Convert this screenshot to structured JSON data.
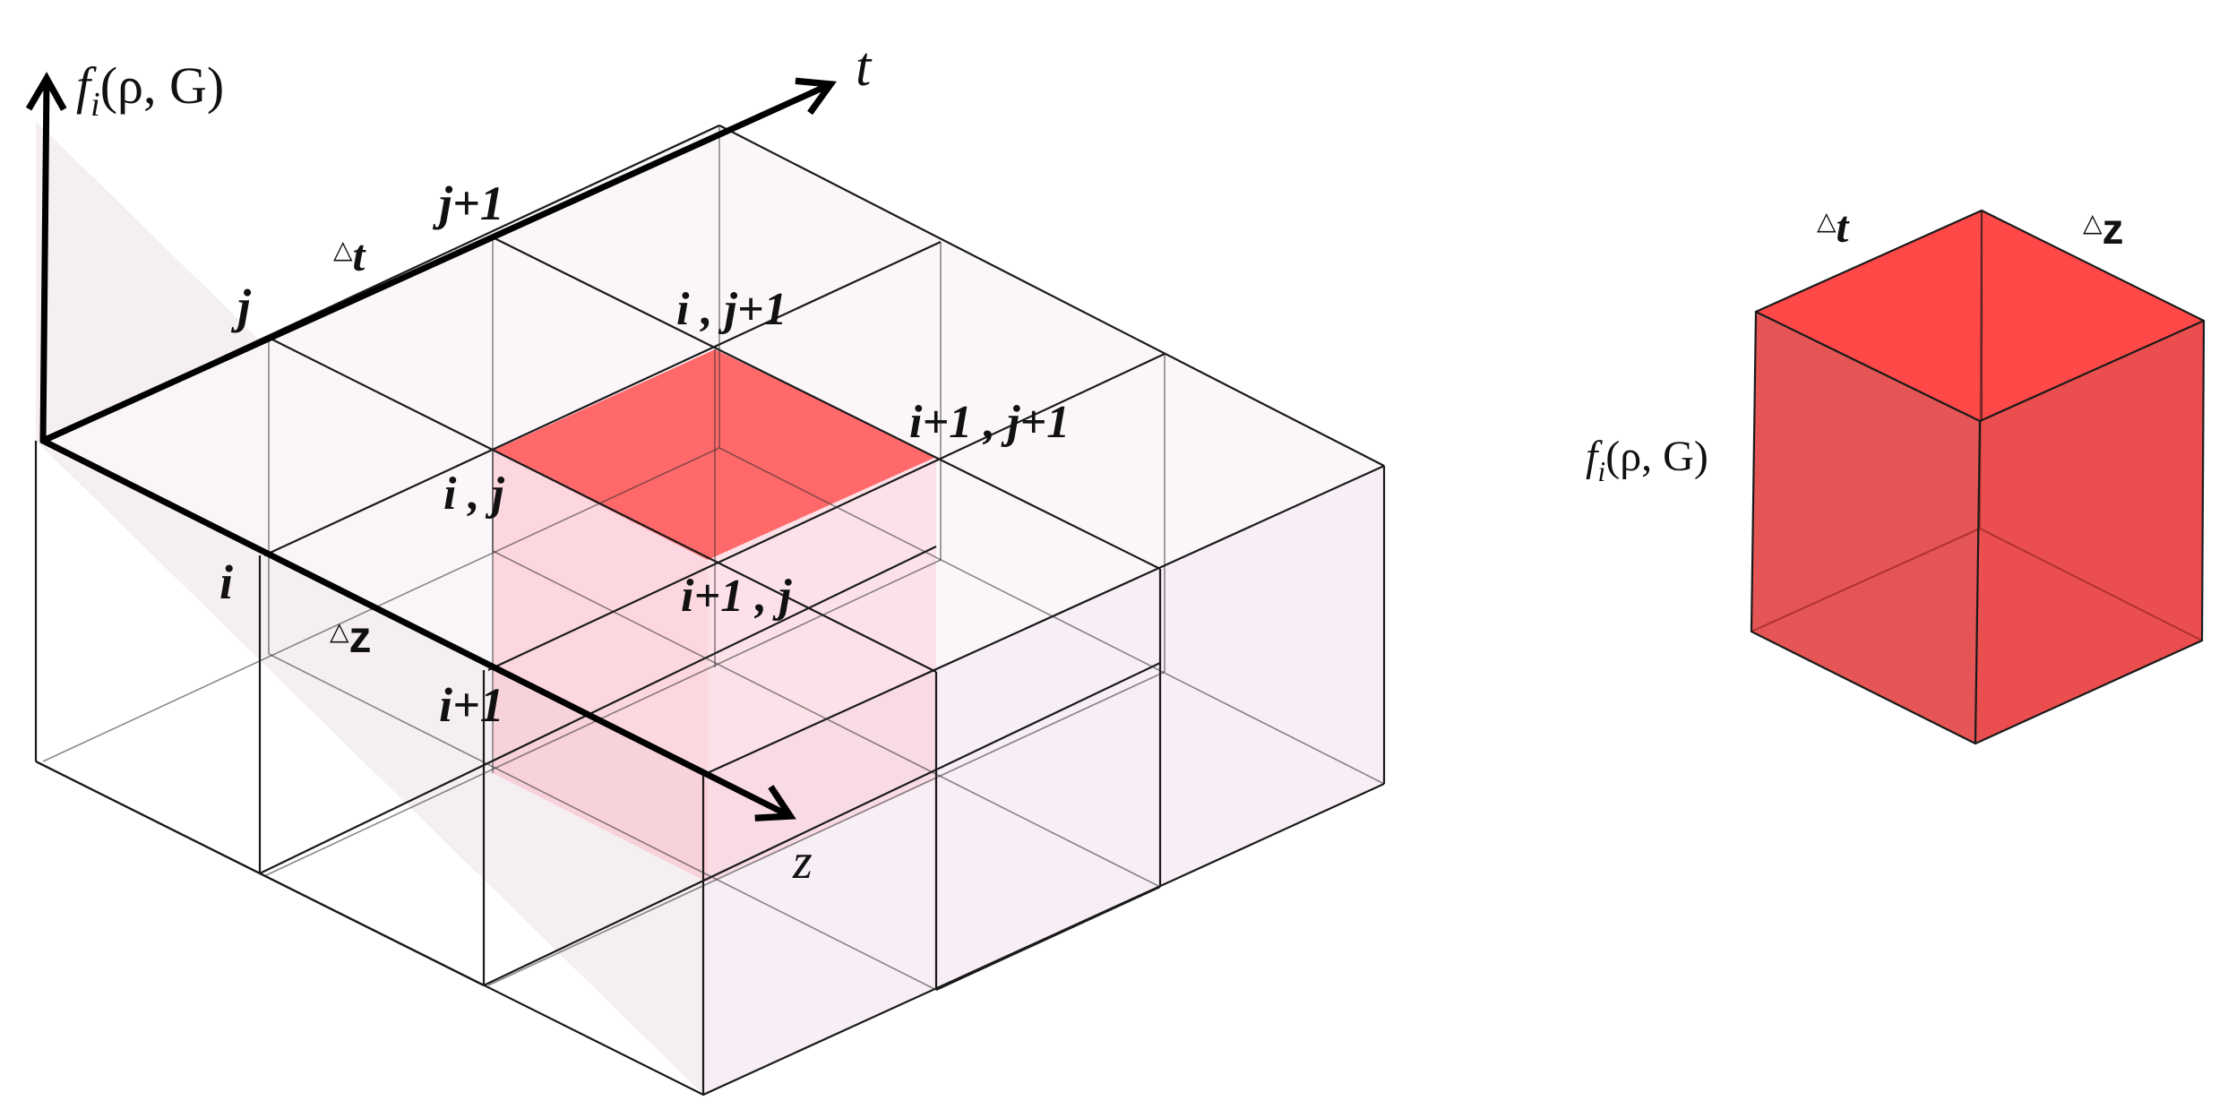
{
  "grid": {
    "labels": {
      "f_axis": {
        "f": "f",
        "sub": "i",
        "args": "(ρ, G)"
      },
      "t_axis": "t",
      "z_axis": "z",
      "j": "j",
      "j1": "j+1",
      "i": "i",
      "i1": "i+1",
      "dt": {
        "delta": "△",
        "var": "t"
      },
      "dz": {
        "delta": "△",
        "var": "z"
      },
      "node_ij": "i , j",
      "node_ij1": "i , j+1",
      "node_i1j": "i+1 , j",
      "node_i1j1": "i+1 , j+1"
    },
    "highlighted_cell": {
      "i": "i",
      "j": "j"
    }
  },
  "unit_cell": {
    "labels": {
      "dt": {
        "delta": "△",
        "var": "t"
      },
      "dz": {
        "delta": "△",
        "var": "z"
      },
      "f": {
        "f": "f",
        "sub": "i",
        "args": "(ρ, G)"
      }
    }
  },
  "colors": {
    "highlight": "#ff3b3b",
    "highlight_dark": "#e84f4f",
    "grid_fill": "#f3e6f0",
    "edge": "#1a1a1a"
  }
}
